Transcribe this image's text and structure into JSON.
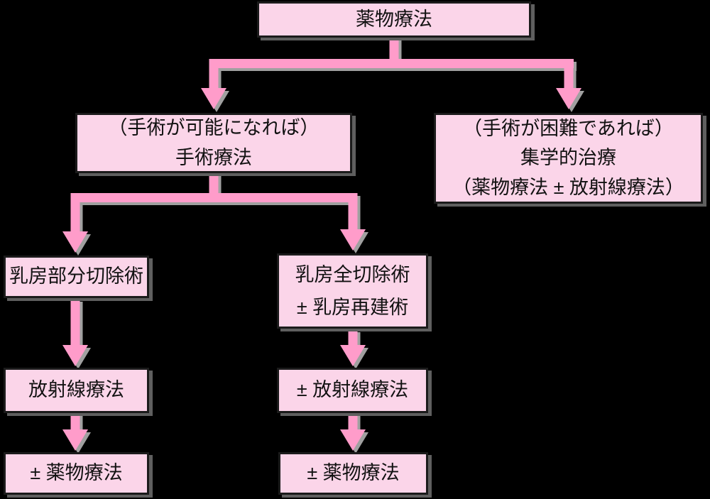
{
  "diagram": {
    "title": "breast-cancer-drug-therapy-flowchart",
    "colors": {
      "background": "#000000",
      "box_fill": "#fbd5e9",
      "box_border": "#1b1b1b",
      "box_shadow": "#5f5f5f",
      "arrow": "#ff9cca",
      "arrow_shadow": "#a9a9a9",
      "text": "#111111"
    },
    "nodes": {
      "drug_therapy_root": {
        "label": "薬物療法"
      },
      "surgery_possible": {
        "label": "（手術が可能になれば）\n手術療法"
      },
      "surgery_difficult": {
        "label": "（手術が困難であれば）\n集学的治療\n（薬物療法 ± 放射線療法）"
      },
      "partial_mastectomy": {
        "label": "乳房部分切除術"
      },
      "total_mastectomy": {
        "label": "乳房全切除術\n± 乳房再建術"
      },
      "radiation_left": {
        "label": "放射線療法"
      },
      "radiation_mid": {
        "label": "± 放射線療法"
      },
      "drug_therapy_left": {
        "label": "± 薬物療法"
      },
      "drug_therapy_mid": {
        "label": "± 薬物療法"
      }
    },
    "edges": [
      "drug_therapy_root -> surgery_possible",
      "drug_therapy_root -> surgery_difficult",
      "surgery_possible -> partial_mastectomy",
      "surgery_possible -> total_mastectomy",
      "partial_mastectomy -> radiation_left",
      "total_mastectomy -> radiation_mid",
      "radiation_left -> drug_therapy_left",
      "radiation_mid -> drug_therapy_mid"
    ]
  }
}
